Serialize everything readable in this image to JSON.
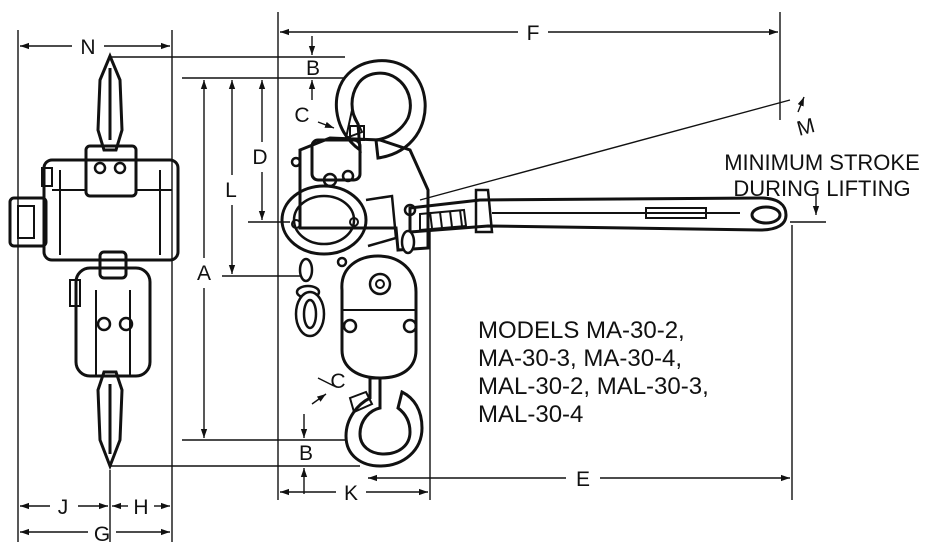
{
  "colors": {
    "ink": "#111111",
    "background": "#ffffff"
  },
  "dimension_labels": {
    "N": "N",
    "F": "F",
    "B_top": "B",
    "C_top": "C",
    "D": "D",
    "L": "L",
    "A": "A",
    "M": "M",
    "C_bottom": "C",
    "B_bottom": "B",
    "J": "J",
    "H": "H",
    "G": "G",
    "K": "K",
    "E": "E"
  },
  "notes": {
    "stroke_line1": "MINIMUM STROKE",
    "stroke_line2": "DURING LIFTING"
  },
  "models": [
    "MODELS MA-30-2,",
    "MA-30-3, MA-30-4,",
    "MAL-30-2, MAL-30-3,",
    "MAL-30-4"
  ]
}
